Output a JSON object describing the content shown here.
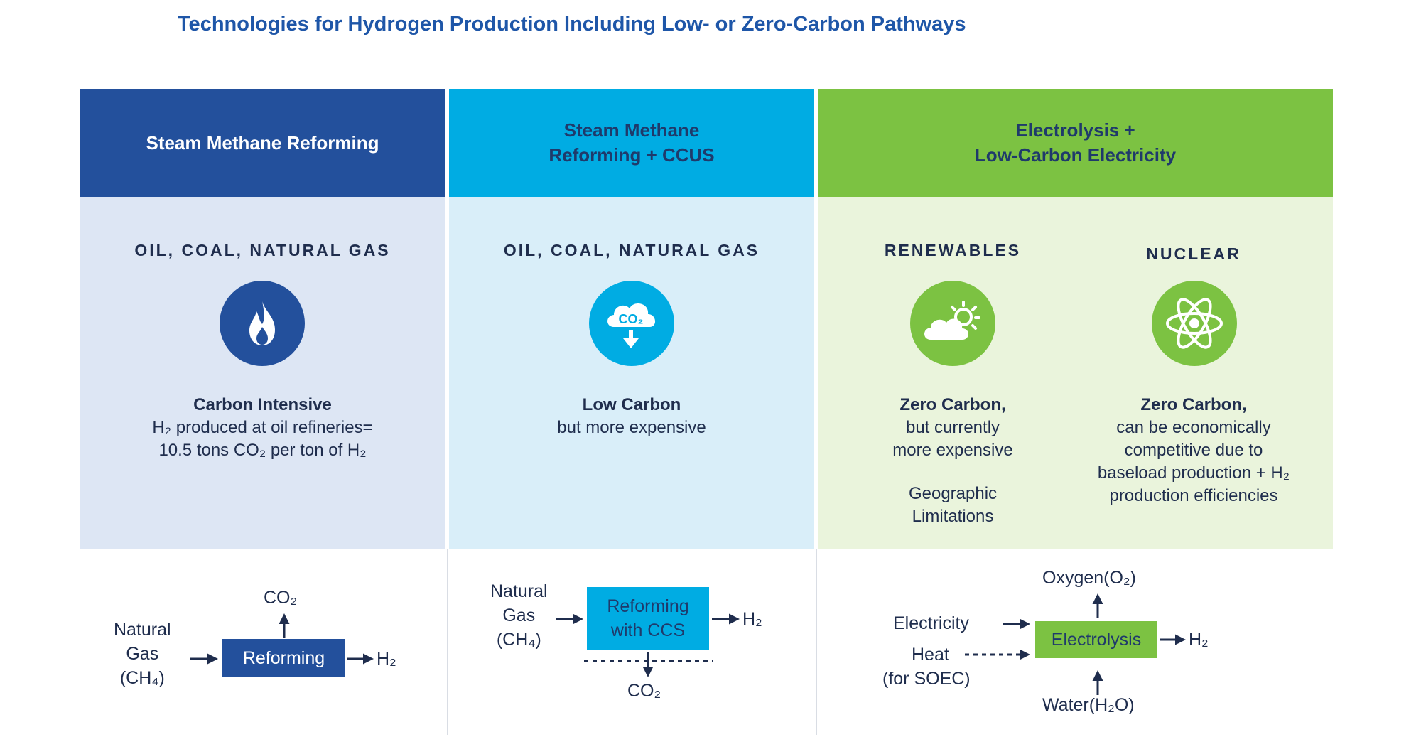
{
  "title": "Technologies for Hydrogen Production Including Low- or Zero-Carbon Pathways",
  "colors": {
    "dark_blue": "#23509c",
    "cyan": "#00ace3",
    "green": "#7cc242",
    "text": "#1f2d4d"
  },
  "columns": [
    {
      "header": "Steam Methane Reforming",
      "source": "OIL, COAL, NATURAL GAS",
      "icon": "flame-icon",
      "desc_title": "Carbon Intensive",
      "desc_lines": [
        "H₂ produced at oil refineries=",
        "10.5 tons CO₂ per ton of H₂"
      ]
    },
    {
      "header_lines": [
        "Steam Methane",
        "Reforming + CCUS"
      ],
      "source": "OIL, COAL, NATURAL GAS",
      "icon": "co2-cloud-capture-icon",
      "icon_text": "CO₂",
      "desc_title": "Low Carbon",
      "desc_lines": [
        "but more expensive"
      ]
    },
    {
      "header_lines": [
        "Electrolysis +",
        "Low-Carbon Electricity"
      ],
      "sub_a": {
        "source": "RENEWABLES",
        "icon": "sun-cloud-icon",
        "desc_title": "Zero Carbon,",
        "desc_lines": [
          "but currently",
          "more expensive"
        ],
        "note_lines": [
          "Geographic",
          "Limitations"
        ]
      },
      "sub_b": {
        "source": "NUCLEAR",
        "icon": "atom-icon",
        "desc_title": "Zero Carbon,",
        "desc_lines": [
          "can be economically",
          "competitive due to",
          "baseload production + H₂",
          "production efficiencies"
        ]
      }
    }
  ],
  "process": {
    "smr": {
      "input_lines": [
        "Natural",
        "Gas",
        "(CH₄)"
      ],
      "box": "Reforming",
      "top": "CO₂",
      "output": "H₂"
    },
    "ccus": {
      "input_lines": [
        "Natural",
        "Gas",
        "(CH₄)"
      ],
      "box_lines": [
        "Reforming",
        "with CCS"
      ],
      "bottom": "CO₂",
      "output": "H₂"
    },
    "electrolysis": {
      "input1": "Electricity",
      "input2": "Heat",
      "input2_sub": "(for SOEC)",
      "box": "Electrolysis",
      "top": "Oxygen(O₂)",
      "bottom": "Water(H₂O)",
      "output": "H₂"
    }
  }
}
